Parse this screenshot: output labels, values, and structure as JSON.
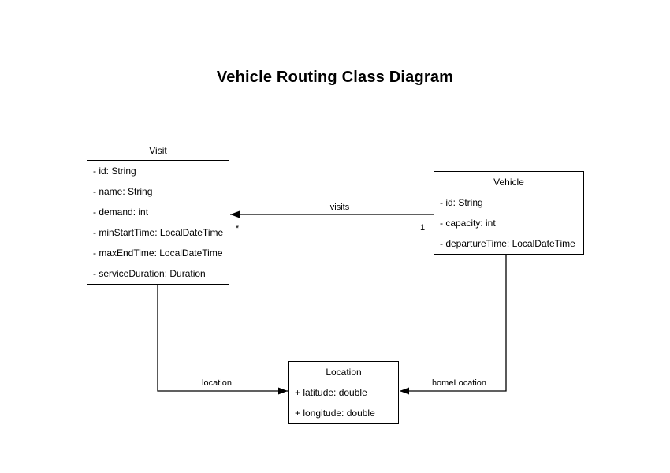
{
  "diagram": {
    "title": "Vehicle Routing Class Diagram"
  },
  "colors": {
    "stroke": "#000000",
    "shape_fill": "#ffffff",
    "text": "#000000",
    "background": "#ffffff"
  },
  "classes": [
    {
      "name": "Visit",
      "attributes": [
        "- id: String",
        "- name: String",
        "- demand: int",
        "- minStartTime: LocalDateTime",
        "- maxEndTime: LocalDateTime",
        "- serviceDuration: Duration"
      ]
    },
    {
      "name": "Vehicle",
      "attributes": [
        "- id: String",
        "- capacity: int",
        "- departureTime: LocalDateTime"
      ]
    },
    {
      "name": "Location",
      "attributes": [
        "+ latitude: double",
        "+ longitude: double"
      ]
    }
  ],
  "relationships": [
    {
      "label": "visits",
      "from": "Vehicle",
      "to": "Visit",
      "from_multiplicity": "1",
      "to_multiplicity": "*",
      "arrow": "open-to-Visit"
    },
    {
      "label": "location",
      "from": "Visit",
      "to": "Location",
      "arrow": "open-to-Location"
    },
    {
      "label": "homeLocation",
      "from": "Vehicle",
      "to": "Location",
      "arrow": "open-to-Location"
    }
  ]
}
